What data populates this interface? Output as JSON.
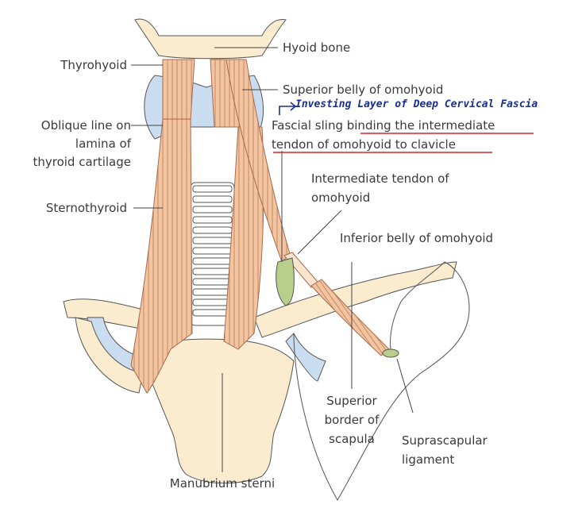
{
  "labels": {
    "hyoid_bone": "Hyoid bone",
    "thyrohyoid": "Thyrohyoid",
    "superior_belly": "Superior belly of omohyoid",
    "oblique_line_1": "Oblique line on",
    "oblique_line_2": "lamina of",
    "oblique_line_3": "thyroid cartilage",
    "fascial_sling_1": "Fascial sling binding the intermediate",
    "fascial_sling_2": "tendon of omohyoid to clavicle",
    "intermediate_tendon_1": "Intermediate tendon of",
    "intermediate_tendon_2": "omohyoid",
    "sternothyroid": "Sternothyroid",
    "inferior_belly": "Inferior belly of omohyoid",
    "superior_border_1": "Superior",
    "superior_border_2": "border of",
    "superior_border_3": "scapula",
    "suprascapular_1": "Suprascapular",
    "suprascapular_2": "ligament",
    "manubrium": "Manubrium sterni"
  },
  "annotation": {
    "handwritten_note": "Investing Layer of Deep Cervical Fascia",
    "ink_color": "#1a2f8f",
    "underline_color": "#d9252b"
  },
  "colors": {
    "bone": "#fbecd0",
    "cartilage": "#c9dcf0",
    "muscle": "#f2c4a0",
    "muscle_stroke": "#a86a4a",
    "sling": "#b7cf8a",
    "outline": "#555555",
    "leader": "#444444"
  }
}
